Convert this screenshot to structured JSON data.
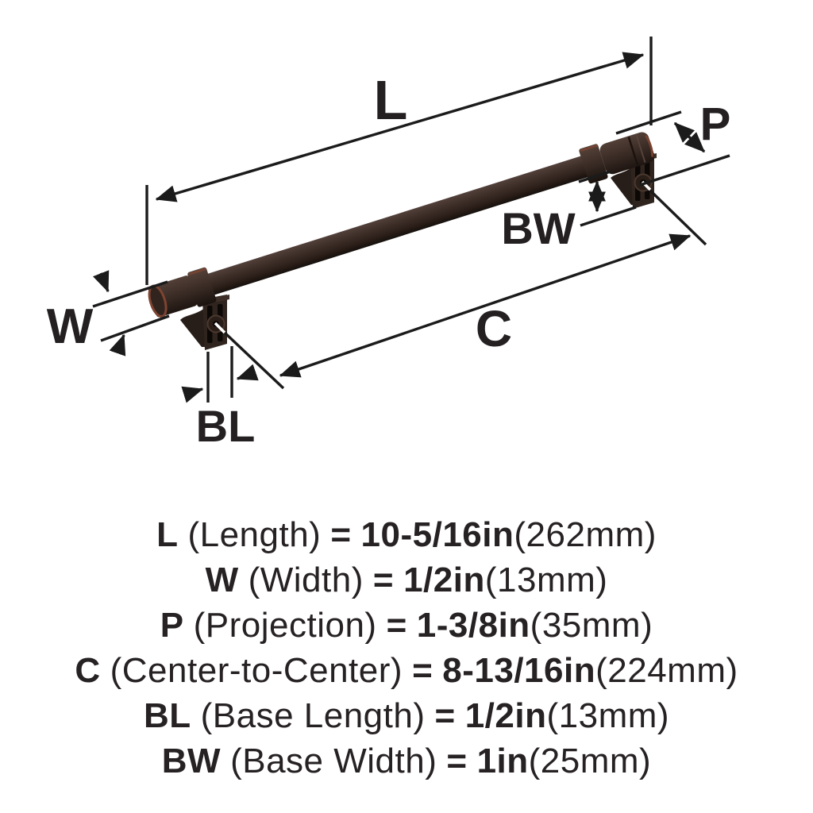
{
  "diagram": {
    "labels": {
      "length": "L",
      "width": "W",
      "projection": "P",
      "center_to_center": "C",
      "base_length": "BL",
      "base_width": "BW"
    },
    "colors": {
      "line": "#1b1b1b",
      "label_text": "#242021",
      "handle_bronze": "#3a2b25",
      "handle_highlight": "#52403a",
      "handle_shadow": "#17100c",
      "copper_accent": "#7d4431",
      "foot_body": "#30241e",
      "slot_black": "#0c0806",
      "background": "#ffffff"
    }
  },
  "specs": [
    {
      "symbol": "L",
      "name": "(Length)",
      "eq": "=",
      "value": "10-5/16in",
      "metric": "(262mm)"
    },
    {
      "symbol": "W",
      "name": "(Width)",
      "eq": "=",
      "value": "1/2in",
      "metric": "(13mm)"
    },
    {
      "symbol": "P",
      "name": "(Projection)",
      "eq": "=",
      "value": "1-3/8in",
      "metric": "(35mm)"
    },
    {
      "symbol": "C",
      "name": "(Center-to-Center)",
      "eq": "=",
      "value": "8-13/16in",
      "metric": "(224mm)"
    },
    {
      "symbol": "BL",
      "name": "(Base Length)",
      "eq": "=",
      "value": "1/2in",
      "metric": "(13mm)"
    },
    {
      "symbol": "BW",
      "name": "(Base Width)",
      "eq": "=",
      "value": "1in",
      "metric": "(25mm)"
    }
  ]
}
